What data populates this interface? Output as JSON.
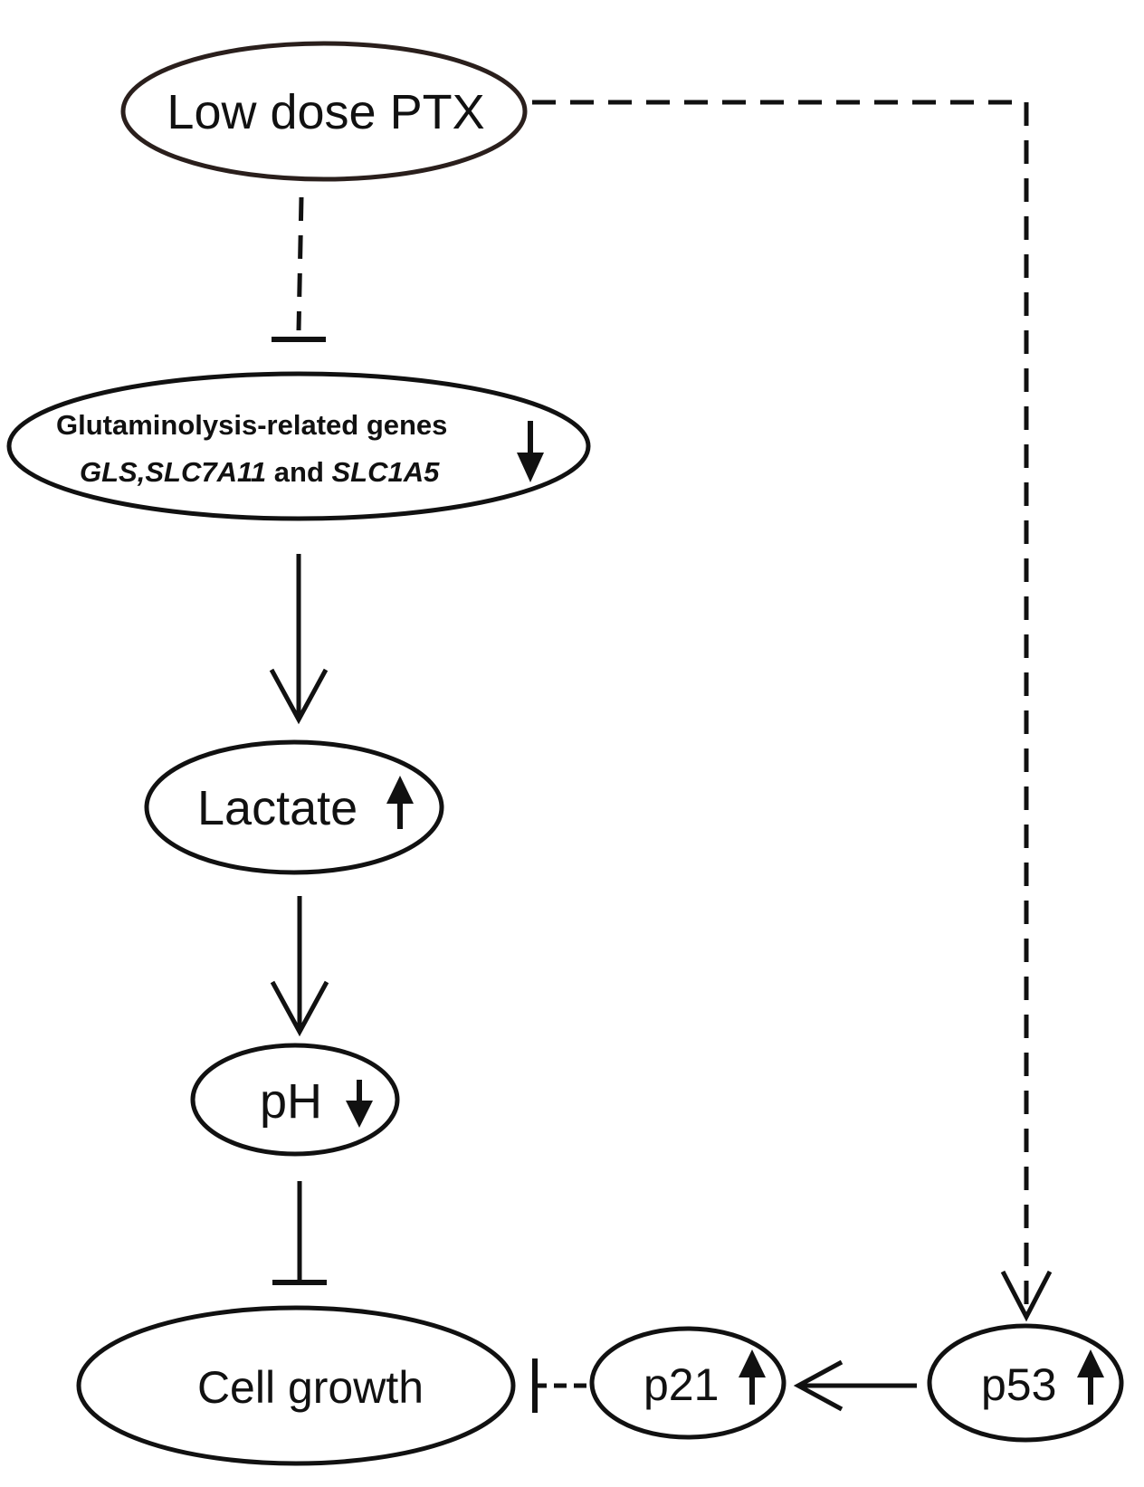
{
  "nodes": {
    "ptx": {
      "label": "Low dose PTX"
    },
    "genes": {
      "line1": "Glutaminolysis-related genes",
      "gene1": "GLS,",
      "gene2": "SLC7A11",
      "conjunction": " and ",
      "gene3": "SLC1A5",
      "indicator": "down"
    },
    "lactate": {
      "label": "Lactate",
      "indicator": "up"
    },
    "ph": {
      "label": "pH",
      "indicator": "down"
    },
    "cell_growth": {
      "label": "Cell growth"
    },
    "p21": {
      "label": "p21",
      "indicator": "up"
    },
    "p53": {
      "label": "p53",
      "indicator": "up"
    }
  },
  "edges": [
    {
      "from": "Low dose PTX",
      "to": "Glutaminolysis-related genes",
      "type": "inhibition",
      "style": "dashed"
    },
    {
      "from": "Glutaminolysis-related genes",
      "to": "Lactate",
      "type": "activation",
      "style": "solid"
    },
    {
      "from": "Lactate",
      "to": "pH",
      "type": "activation",
      "style": "solid"
    },
    {
      "from": "pH",
      "to": "Cell growth",
      "type": "inhibition",
      "style": "solid"
    },
    {
      "from": "Low dose PTX",
      "to": "p53",
      "type": "activation",
      "style": "dashed"
    },
    {
      "from": "p53",
      "to": "p21",
      "type": "activation",
      "style": "solid"
    },
    {
      "from": "p21",
      "to": "Cell growth",
      "type": "inhibition",
      "style": "dashed"
    }
  ],
  "colors": {
    "stroke": "#111111",
    "ptx_stroke": "#2a1f1c",
    "background": "#ffffff"
  }
}
